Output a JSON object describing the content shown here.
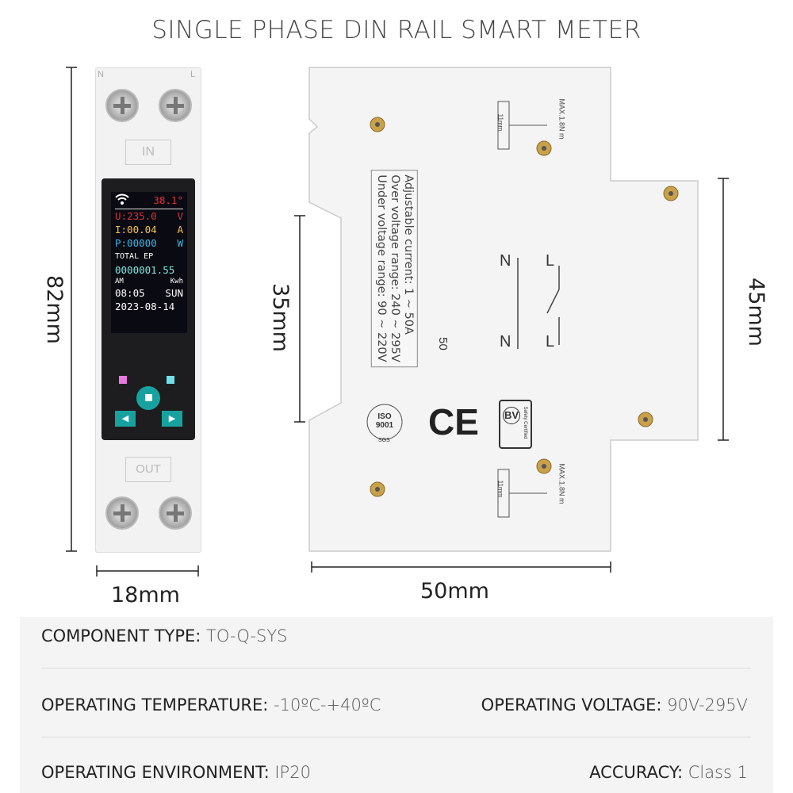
{
  "title": "SINGLE PHASE DIN RAIL SMART METER",
  "dimensions": {
    "height": "82mm",
    "width_front": "18mm",
    "rail": "35mm",
    "side_height": "45mm",
    "depth": "50mm"
  },
  "device": {
    "top_labels": [
      "N",
      "L"
    ],
    "in_label": "IN",
    "out_label": "OUT",
    "screen": {
      "temperature": "38.1°",
      "voltage": "U:235.0",
      "voltage_unit": "V",
      "current": "I:00.04",
      "current_unit": "A",
      "power": "P:00000",
      "power_unit": "W",
      "total_label": "TOTAL EP",
      "energy": "0000001.55",
      "ampm": "AM",
      "energy_unit": "Kwh",
      "time": "08:05",
      "day": "SUN",
      "date": "2023-08-14"
    }
  },
  "side_panel": {
    "label_lines": [
      "Adjustable current: 1 ~ 50A",
      "Over voltage range: 240 ~ 295V",
      "Under voltage range: 90 ~ 220V"
    ],
    "handwritten": "50",
    "wiring": {
      "n_top": "N",
      "l_top": "L",
      "n_bottom": "N",
      "l_bottom": "L"
    },
    "torque": "MAX.1.8N m",
    "wire_len": "11mm",
    "marks": {
      "iso": "ISO 9001",
      "sgs": "SGS",
      "ce": "CE",
      "bv": "BV",
      "bv_text": "Safety Certified"
    }
  },
  "specs": [
    {
      "label": "COMPONENT TYPE:",
      "value": " TO-Q-SYS"
    },
    {
      "label": "OPERATING TEMPERATURE:",
      "value": " -10ºC-+40ºC"
    },
    {
      "label": "OPERATING VOLTAGE:",
      "value": " 90V-295V"
    },
    {
      "label": "OPERATING ENVIRONMENT:",
      "value": " IP20"
    },
    {
      "label": "ACCURACY:",
      "value": " Class 1"
    }
  ]
}
